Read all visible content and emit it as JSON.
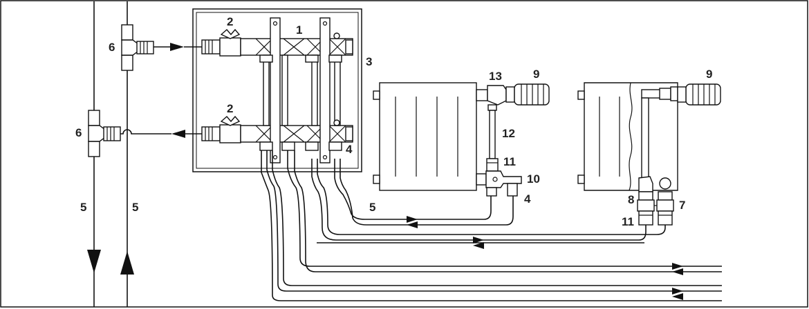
{
  "labels": {
    "manifold": "1",
    "ball_valve_top": "2",
    "ball_valve_bottom": "2",
    "cabinet": "3",
    "manifold_fitting": "4",
    "radiator_valve_fitting": "4",
    "riser_left": "5",
    "riser_right": "5",
    "radiator_pipe": "5",
    "tee_top": "6",
    "tee_bottom": "6",
    "connector_right": "7",
    "connector_left": "8",
    "thermostat_head_1": "9",
    "thermostat_head_2": "9",
    "valve_body": "10",
    "fitting_11_a": "11",
    "fitting_11_b": "11",
    "riser_tube": "12",
    "angle_valve": "13"
  },
  "colors": {
    "line": "#111111",
    "background": "#ffffff"
  }
}
